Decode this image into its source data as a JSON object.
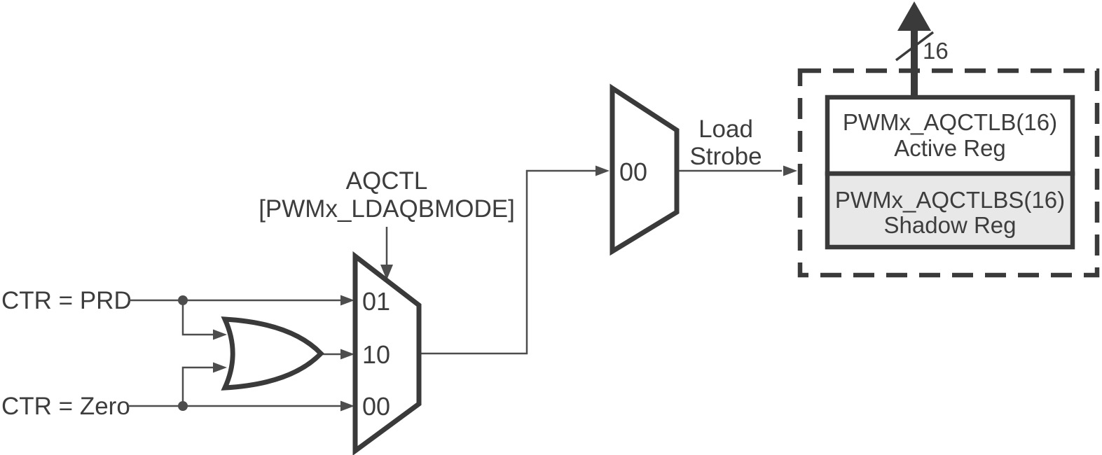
{
  "colors": {
    "line": "#4d4d4d",
    "shape": "#3a3a3a",
    "text": "#3d3d3d",
    "active_fill": "#ffffff",
    "shadow_fill": "#e8e8e8",
    "background": "#ffffff"
  },
  "inputs": {
    "ctr_prd": "CTR = PRD",
    "ctr_zero": "CTR = Zero"
  },
  "mode_mux": {
    "select_line1": "AQCTL",
    "select_line2": "[PWMx_LDAQBMODE]",
    "options": [
      "01",
      "10",
      "00"
    ]
  },
  "load_mux": {
    "option": "00"
  },
  "load_strobe": {
    "line1": "Load",
    "line2": "Strobe"
  },
  "bus": {
    "width": "16"
  },
  "registers": {
    "active_name": "PWMx_AQCTLB(16)",
    "active_type": "Active Reg",
    "shadow_name": "PWMx_AQCTLBS(16)",
    "shadow_type": "Shadow Reg"
  }
}
